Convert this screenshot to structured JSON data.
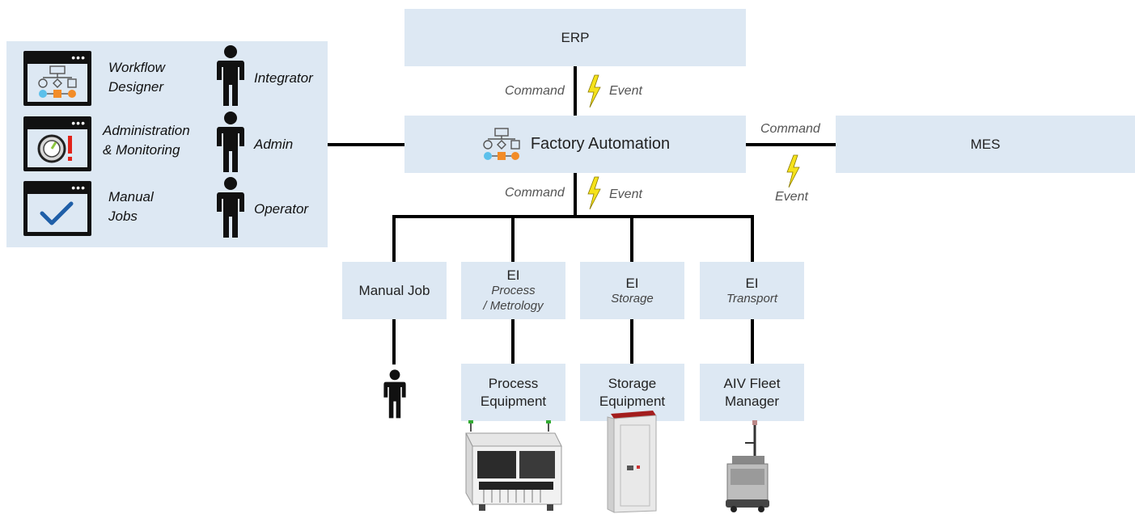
{
  "boxes": {
    "erp": "ERP",
    "factory_automation": "Factory Automation",
    "mes": "MES",
    "manual_job": "Manual Job",
    "ei_process_title": "EI",
    "ei_process_sub1": "Process",
    "ei_process_sub2": "/ Metrology",
    "ei_storage_title": "EI",
    "ei_storage_sub": "Storage",
    "ei_transport_title": "EI",
    "ei_transport_sub": "Transport",
    "process_equipment_1": "Process",
    "process_equipment_2": "Equipment",
    "storage_equipment_1": "Storage",
    "storage_equipment_2": "Equipment",
    "aiv_fleet_1": "AIV Fleet",
    "aiv_fleet_2": "Manager"
  },
  "connectors": {
    "erp_command": "Command",
    "erp_event": "Event",
    "mes_command": "Command",
    "mes_event": "Event",
    "bottom_command": "Command",
    "bottom_event": "Event"
  },
  "panel": {
    "tools": [
      {
        "line1": "Workflow",
        "line2": "Designer",
        "icon": "workflow-icon"
      },
      {
        "line1": "Administration",
        "line2": "& Monitoring",
        "icon": "gauge-icon"
      },
      {
        "line1": "Manual",
        "line2": "Jobs",
        "icon": "checkmark-icon"
      }
    ],
    "roles": [
      "Integrator",
      "Admin",
      "Operator"
    ]
  },
  "colors": {
    "box_fill": "#dde8f3",
    "line": "#000000",
    "bolt": "#f5e21b",
    "workflow_blue": "#5bc0eb",
    "workflow_orange": "#f28c28",
    "alert_red": "#e2231a",
    "gauge_green": "#8cc63f",
    "check_blue": "#1f5fa8"
  }
}
